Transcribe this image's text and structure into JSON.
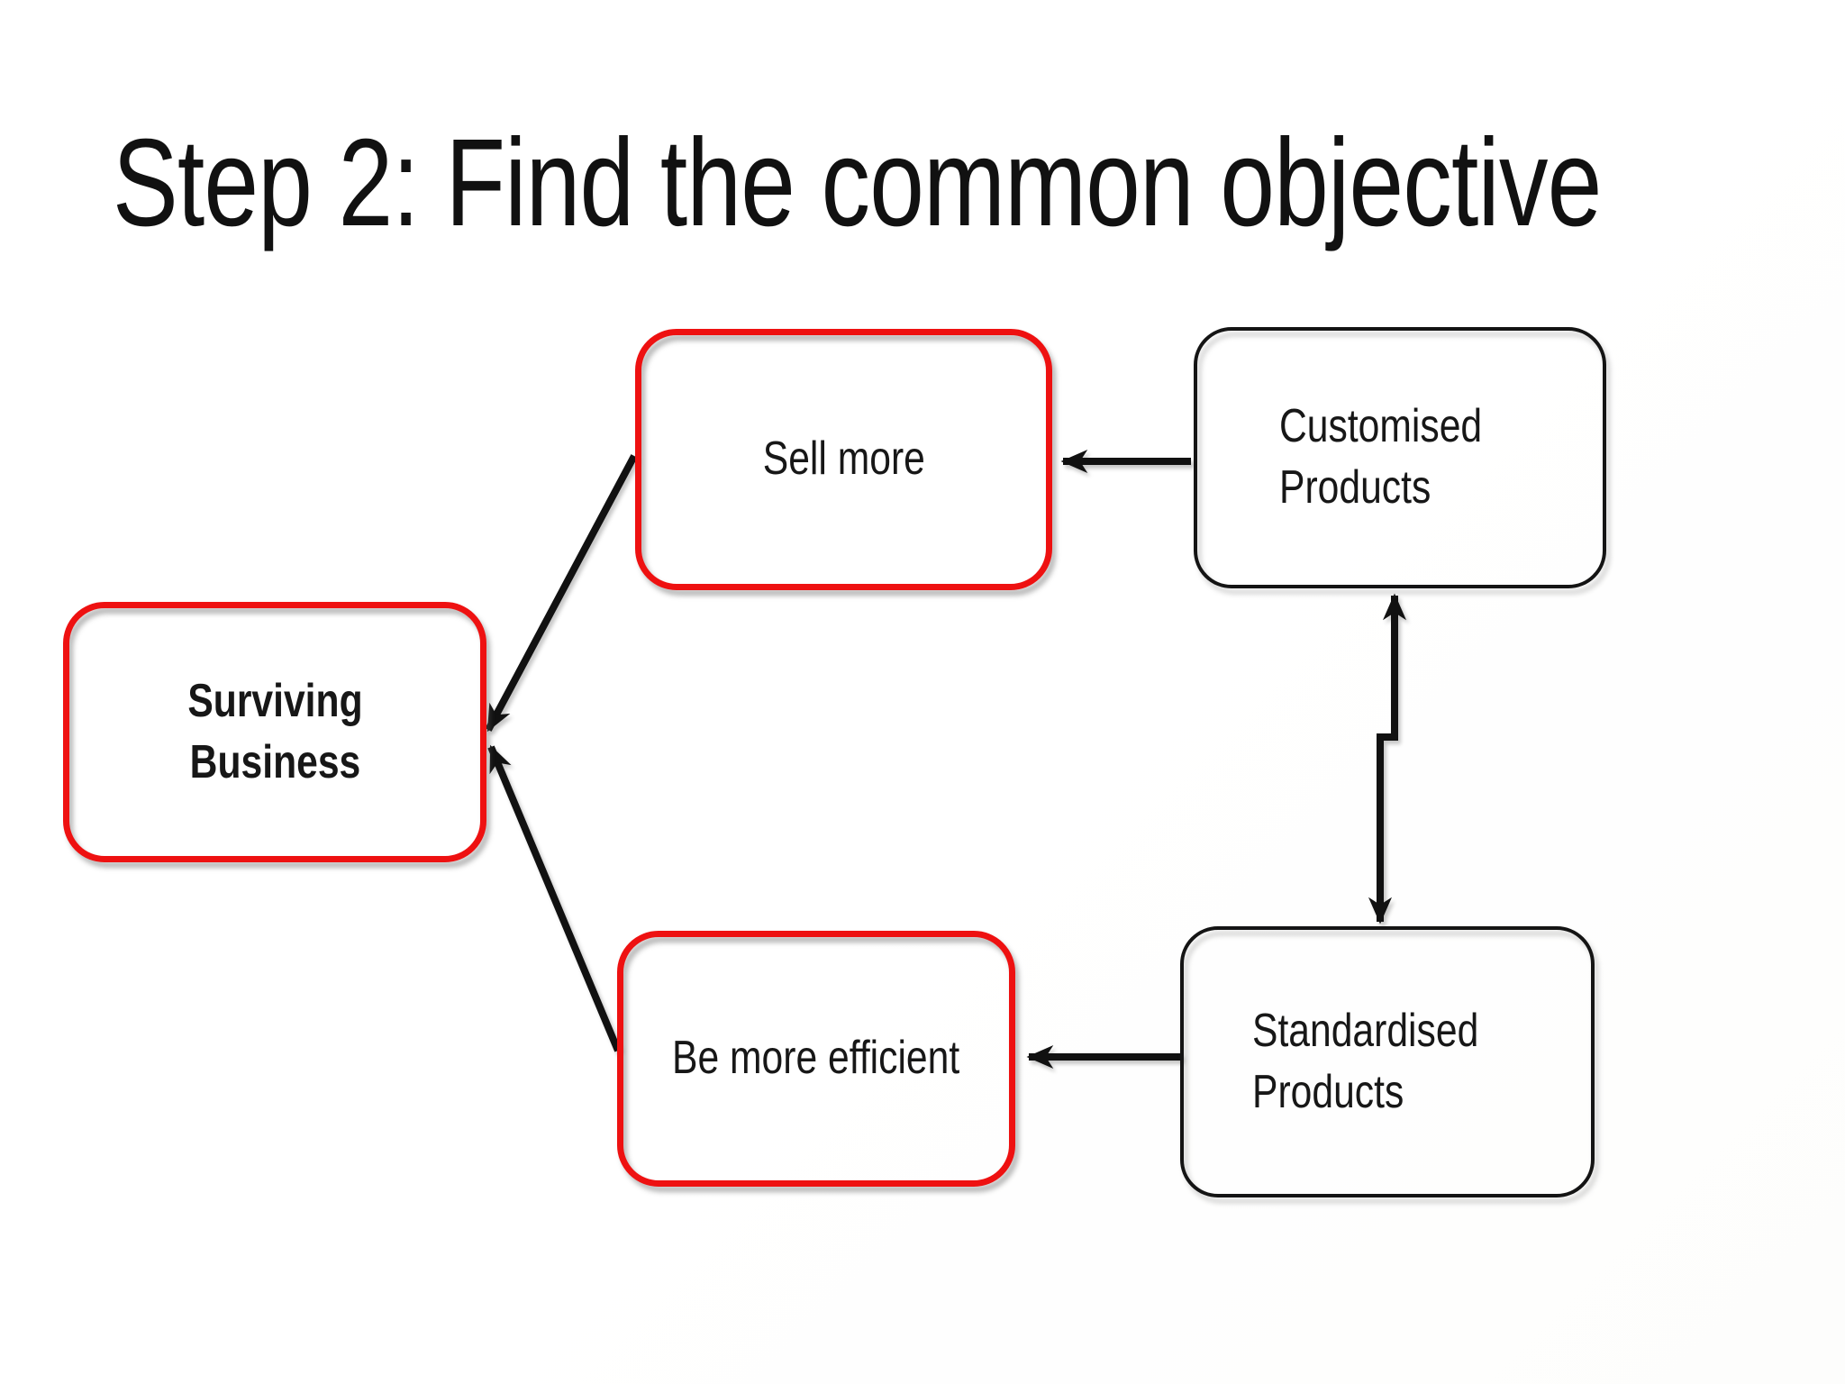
{
  "slide": {
    "title": "Step 2: Find the common objective"
  },
  "nodes": {
    "surviving_business": {
      "label": "Surviving\nBusiness",
      "border_color": "#ee1111",
      "bold": true
    },
    "sell_more": {
      "label": "Sell more",
      "border_color": "#ee1111",
      "bold": false
    },
    "customised_products": {
      "label": "Customised\nProducts",
      "border_color": "#141414",
      "bold": false
    },
    "be_more_efficient": {
      "label": "Be more efficient",
      "border_color": "#ee1111",
      "bold": false
    },
    "standardised_products": {
      "label": "Standardised\nProducts",
      "border_color": "#141414",
      "bold": false
    }
  },
  "edges": [
    {
      "from": "customised_products",
      "to": "sell_more",
      "style": "single-arrow"
    },
    {
      "from": "standardised_products",
      "to": "be_more_efficient",
      "style": "single-arrow"
    },
    {
      "from": "sell_more",
      "to": "surviving_business",
      "style": "single-arrow"
    },
    {
      "from": "be_more_efficient",
      "to": "surviving_business",
      "style": "single-arrow"
    },
    {
      "from": "customised_products",
      "to": "standardised_products",
      "style": "double-arrow"
    }
  ],
  "colors": {
    "highlight_red": "#ee1111",
    "line_black": "#111111",
    "text": "#171717",
    "background": "#ffffff"
  }
}
